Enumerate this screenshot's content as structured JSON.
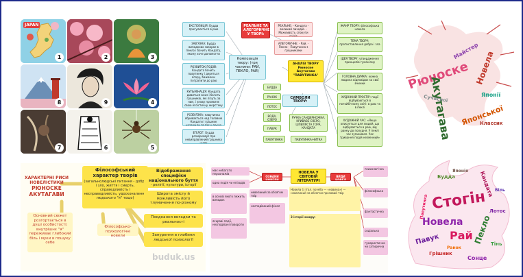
{
  "collage": {
    "japan_label": "JAPAN",
    "tile_numbers": [
      "1",
      "2",
      "3",
      "8",
      "9",
      "4",
      "7",
      "6",
      "5"
    ]
  },
  "mindmap1": {
    "title": "АНАЛІЗ ТВОРУ Рюноске Акутагави \"ПАВУТИНКА\"",
    "composition": "Композиція твору: (три частини: РАЙ, ПЕКЛО, РАЙ)",
    "real_fantastic": "РЕАЛЬНЕ ТА АЛЕГОРИЧНЕ У ТВОРІ:",
    "real": "РЕАЛЬНЕ: - Кандата - великий лиходій. - Можливість спокути гріхів",
    "allegoric": "АЛЕГОРИЧНЕ: - Рай, - Пекло - Павутинка з гріщниками",
    "symbols": "СИМВОЛИ ТВОРУ:",
    "left": [
      "ЕКСПОЗИЦІЯ: Будда прогулюється в раю",
      "ЗАВ'ЯЗКА: Будда випадково зазирає в пекло і бачить Кандату, якому хоче допомогти",
      "РОЗВИТОК ПОДІЙ: Кандата бачить павутинку і дереться вгору, бажаючи потрапити до раю",
      "КУЛЬМІНАЦІЯ: Кандата дивиться вниз і бачить грішників, які лізуть за ним, і знову проявляє свою егоїстичну жорстоку сутність",
      "РОЗВ'ЯЗКА: павутинка обривається над головою Кандати і грішник назавжди падає у пекло",
      "ЕПІЛОГ: Будда розмірковує про невиправлений грішника шлях"
    ],
    "symbol_keys": [
      "БУДДА",
      "РАНОК",
      "ЛОТОС",
      "ВОДА, ОЗЕРО",
      "ПАВУК",
      "ПАВУТИНКА"
    ],
    "symbol_vals": [
      "РУЧКА САНДЕРНОЖКА, КРИВАВЕ ОЗЕРО, ШПИЛЯСТА ГОРА, КАНДАТА",
      "ПАВУТИНКА-НИТКА"
    ],
    "right": [
      "ЖАНР ТВОРУ: філософська новела",
      "ТЕМА ТВОРУ: протиставлення добра і зла",
      "ІДЕЯ ТВОРУ: утвердження принципів гуманізму",
      "ГОЛОВНА ДУМКА: кожна людина відповідає за свої вчинки",
      "ХУДОЖНІЙ ПРОСТІР: події відбуваються в потойбічному світі: в раю та в пеклі",
      "ХУДОЖНІЙ ЧАС: «Якщо описується для людей, що відбувається в раю, від ранку до полудня. У пеклі час зупинився. Час тривання подій незмінний»"
    ]
  },
  "wordcloud1": {
    "words": [
      "Рюноске",
      "Акутагава",
      "Новела",
      "Японської",
      "Майстер",
      "Японії",
      "Сучасної",
      "Классик"
    ]
  },
  "mindmap2": {
    "title": "ХАРАКТЕРНІ РИСИ НОВЕЛІСТИКИ",
    "author": "РЮНОСКЕ АКУТАГАВИ",
    "philosophy": "Філософський характер творів",
    "philosophy_sub": "(загальнолюдські питання - добро і зло, життя і смерть, справедливість і несправедливість, удосконалення людського \"я\" тощо)",
    "national": "Відображення специфіки національного буття",
    "national_sub": "- релігії, культури, історії",
    "plot": "Основний сюжет розгортається в душі особистості: внутрішнє \"я\" переживає глибокий біль і муки в пошуку себе",
    "breadth": "Широта змісту й можливість його тлумачення по-різному",
    "psych": "Філософсько-психологічні новели",
    "combo": "Поєднання вигадки та реальності",
    "depth": "Занурення в глибини людської психології",
    "watermark": "buduk.us"
  },
  "mindmap3": {
    "title": "НОВЕЛА У СВІТОВІЙ ЛІТЕРАТУРІ",
    "signs": "ОЗНАКИ НОВЕЛИ",
    "types": "ВИДИ НОВЕЛ",
    "left_items": [
      "має небагато персонажів",
      "одна подія чи епізодів",
      "невеликий за обсягом твір",
      "в основі якого лежить випадок",
      "несподіваний фінал",
      "яскраві події, несподівані повороти"
    ],
    "right_items": [
      "психологічна",
      "філософська",
      "фантастична",
      "соціальна",
      "гумористична чи сатирична"
    ],
    "history_title": "3 історії жанру:",
    "footer": "Новела (з італ. novella — «новина») — невеликий за обсягом прозовий твір"
  },
  "wordcloud2": {
    "words": [
      "Стогін",
      "Новела",
      "Пекло",
      "Рай",
      "Павук",
      "Кандата",
      "Будда",
      "Лотос",
      "Грішник",
      "Сонце",
      "Тінь",
      "Павутинка",
      "Японія",
      "Біль",
      "Ранок"
    ]
  }
}
